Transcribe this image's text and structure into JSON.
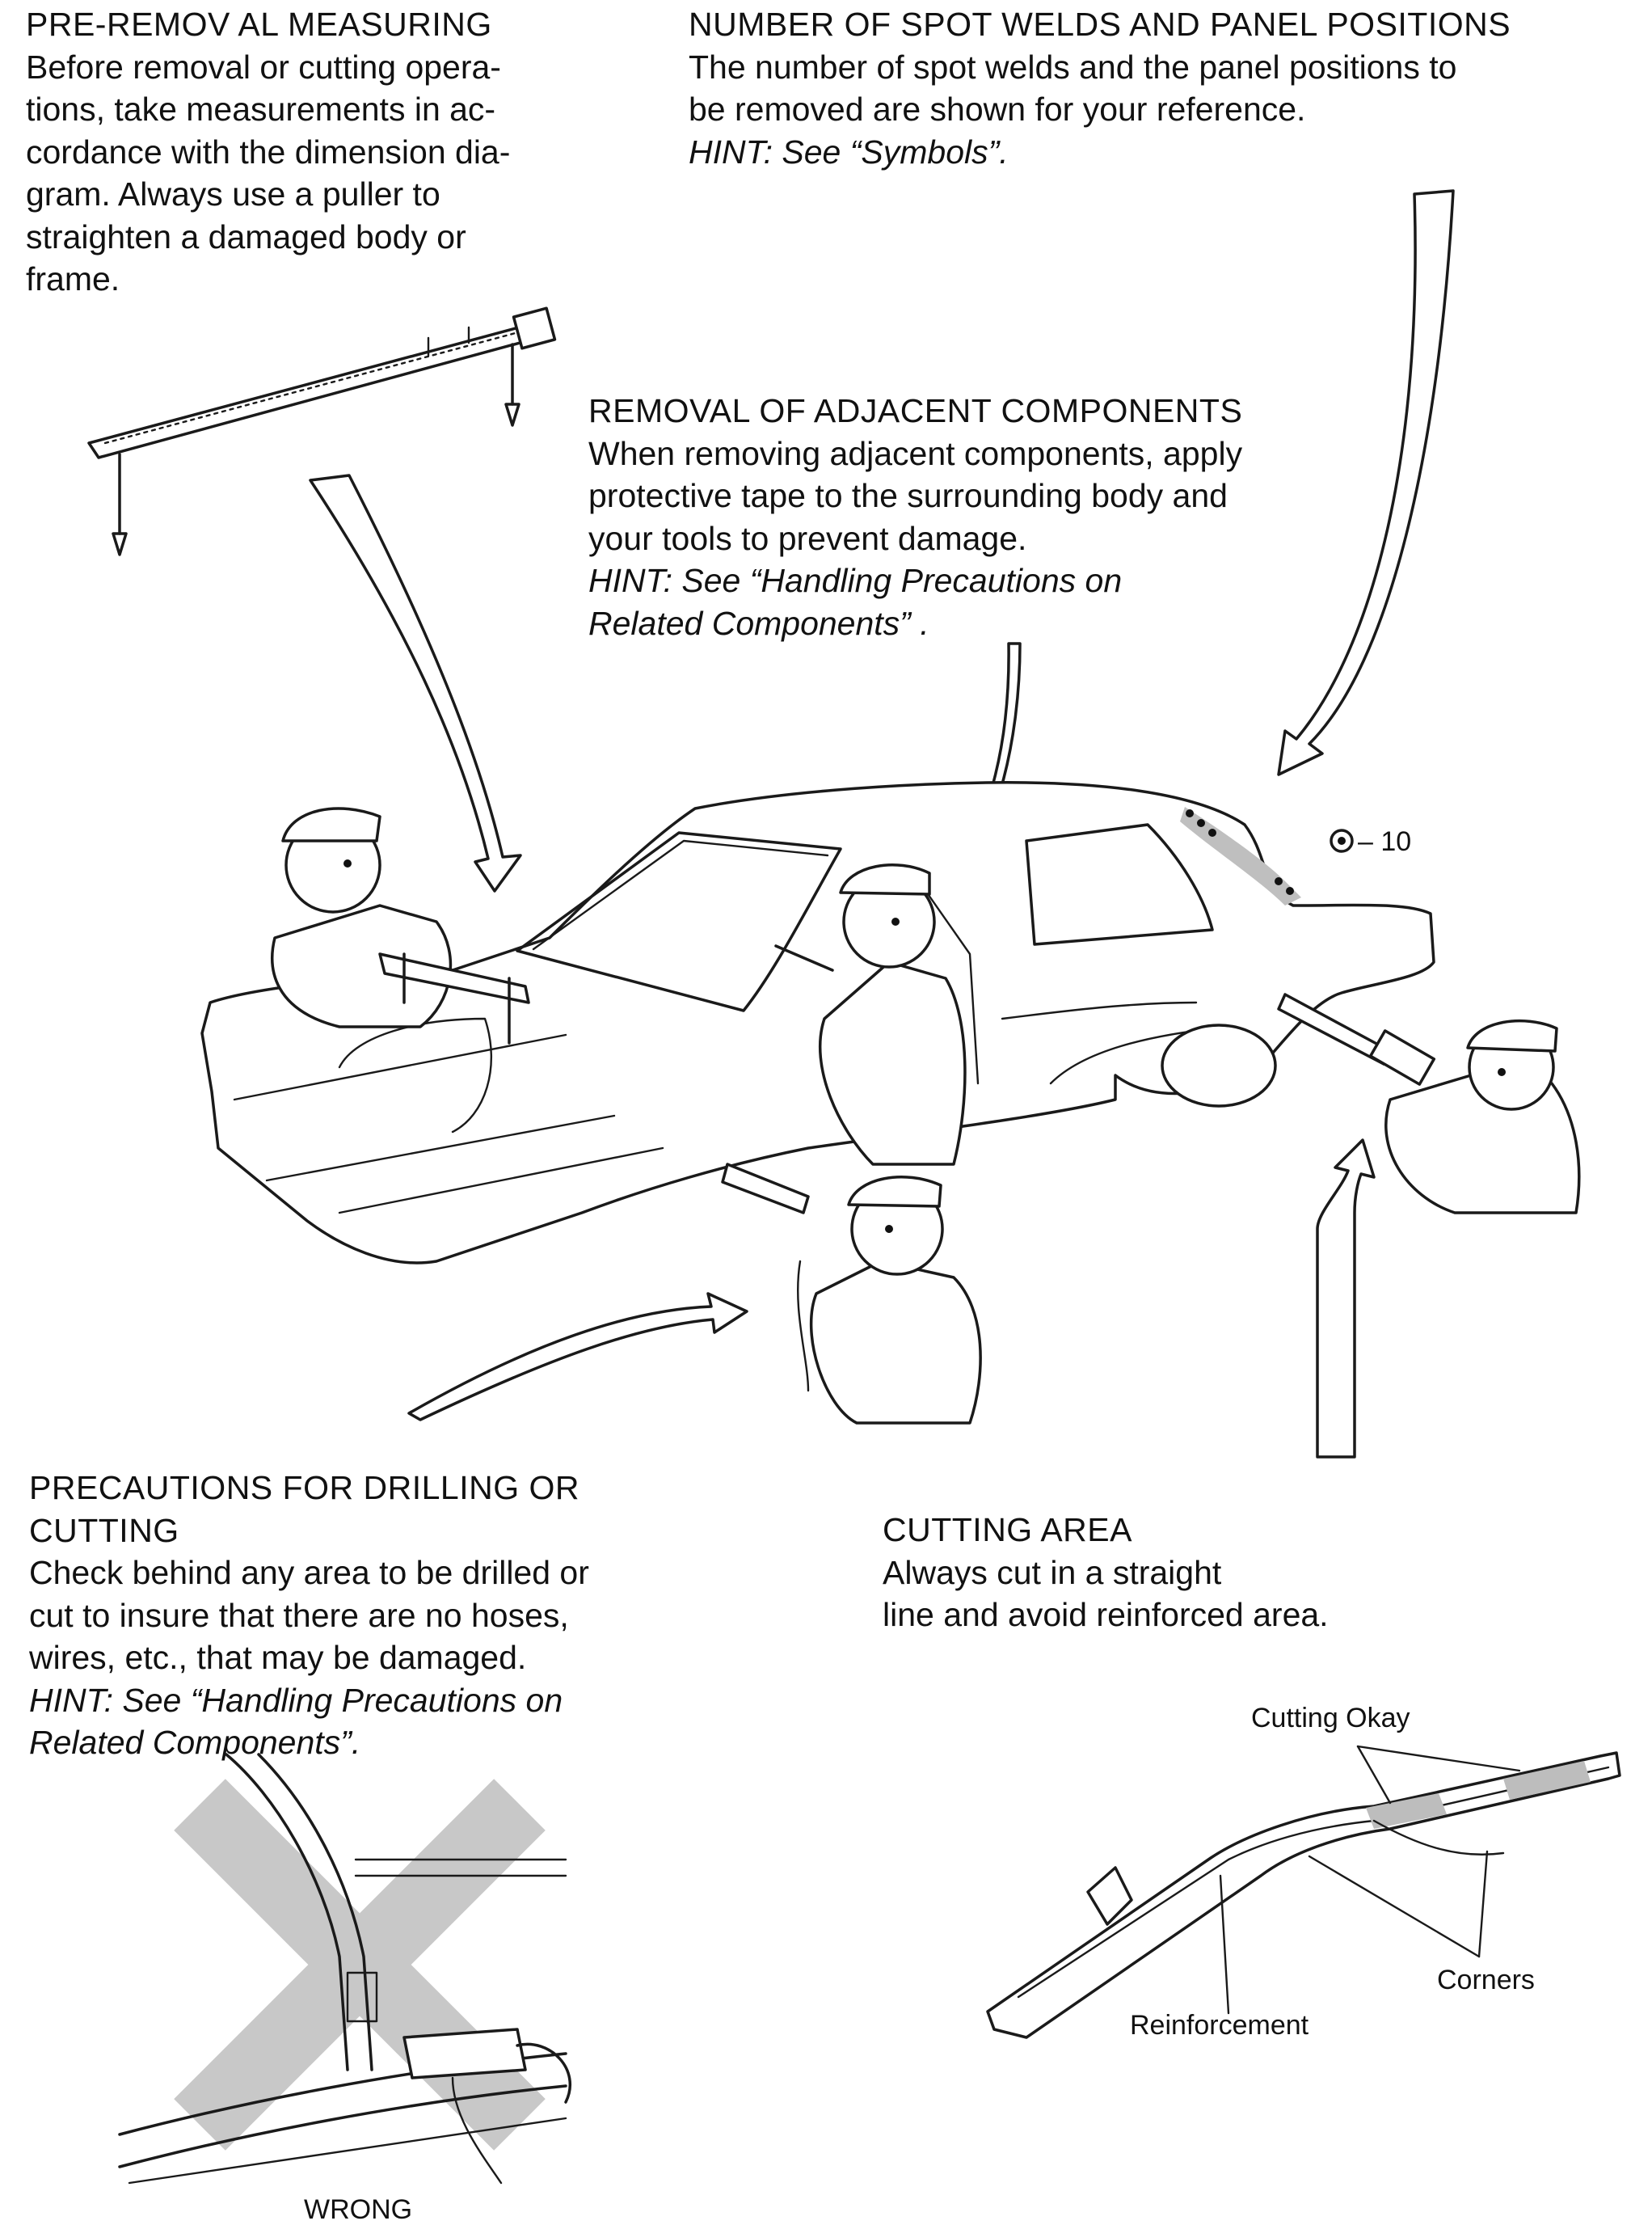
{
  "sections": {
    "pre_removal": {
      "heading": "PRE-REMOV AL MEASURING",
      "lines": [
        "Before removal or cutting opera-",
        "tions, take measurements in ac-",
        "cordance with the dimension dia-",
        "gram. Always use a puller to",
        "straighten a damaged body or",
        "frame."
      ]
    },
    "spot_welds": {
      "heading": "NUMBER OF SPOT WELDS AND PANEL POSITIONS",
      "lines": [
        "The number of spot welds and the panel positions to",
        "be removed are shown for your reference."
      ],
      "hint": "HINT: See “Symbols”."
    },
    "adjacent": {
      "heading": "REMOVAL OF ADJACENT COMPONENTS",
      "lines": [
        "When removing adjacent components, apply",
        "protective tape to the surrounding body and",
        "your tools to prevent damage."
      ],
      "hint_lines": [
        "HINT: See “Handling Precautions on",
        "Related Components” ."
      ]
    },
    "drilling": {
      "heading_lines": [
        "PRECAUTIONS FOR DRILLING OR",
        "CUTTING"
      ],
      "lines": [
        "Check behind any area to be drilled or",
        "cut to insure that there are no hoses,",
        "wires, etc., that may be damaged."
      ],
      "hint_lines": [
        "HINT: See “Handling Precautions on",
        "Related Components”."
      ]
    },
    "cutting_area": {
      "heading": "CUTTING AREA",
      "lines": [
        "Always cut in a straight",
        "line and avoid reinforced area."
      ]
    }
  },
  "illustration": {
    "weld_symbol_label": "– 10"
  },
  "labels": {
    "cutting_okay": "Cutting Okay",
    "corners": "Corners",
    "reinforcement": "Reinforcement",
    "wrong": "WRONG"
  }
}
